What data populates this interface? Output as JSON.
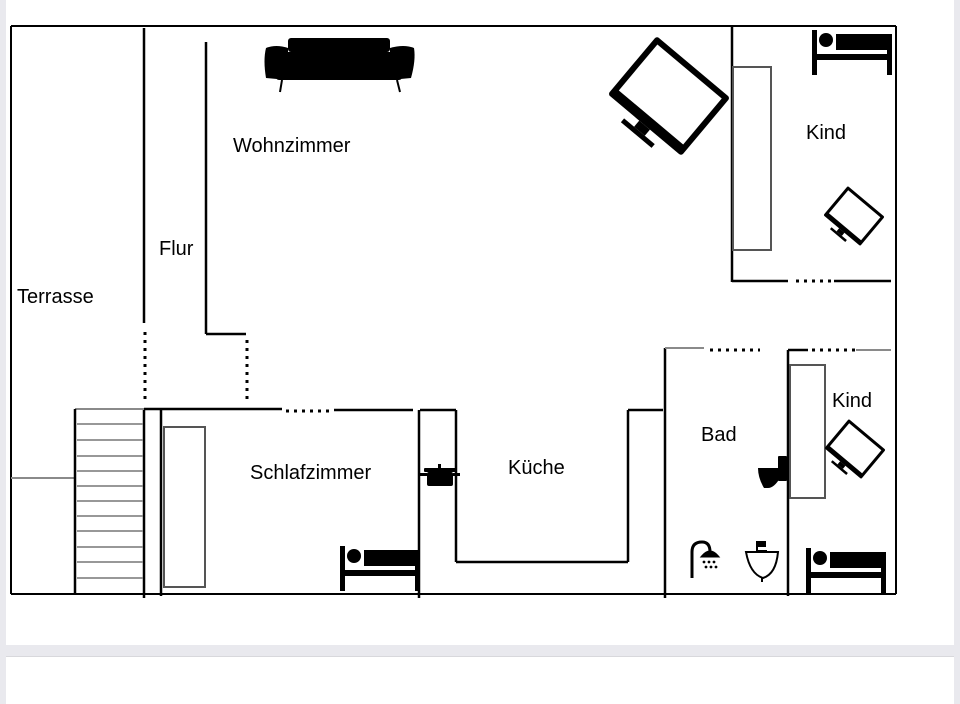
{
  "floorplan": {
    "rooms": {
      "terrasse": "Terrasse",
      "flur": "Flur",
      "wohnzimmer": "Wohnzimmer",
      "schlafzimmer": "Schlafzimmer",
      "kueche": "Küche",
      "bad": "Bad",
      "kind_1": "Kind",
      "kind_2": "Kind"
    },
    "icons": [
      "sofa-icon",
      "tv-icon",
      "bed-icon",
      "cooking-pot-icon",
      "toilet-icon",
      "shower-icon",
      "sink-icon"
    ]
  },
  "colors": {
    "wall": "#000000",
    "light_wall": "#8a8a8a",
    "page_bg": "#e9e9ee",
    "card_bg": "#ffffff"
  }
}
